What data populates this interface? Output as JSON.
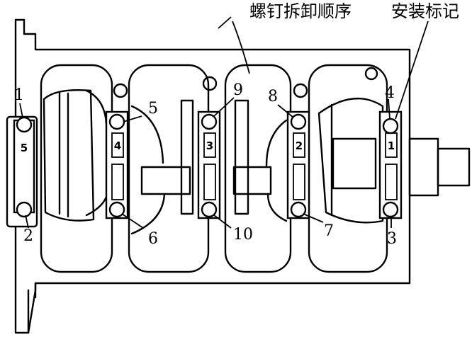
{
  "annotations": {
    "bolt_removal_order_label": "螺钉拆卸顺序",
    "install_mark_label": "安装标记"
  },
  "bolt_numbers": [
    "1",
    "2",
    "3",
    "4",
    "5",
    "6",
    "7",
    "8",
    "9",
    "10"
  ],
  "bolt_labels": {
    "b1": "1",
    "b2": "2",
    "b3": "3",
    "b4": "4",
    "b5": "5",
    "b6": "6",
    "b7": "7",
    "b8": "8",
    "b9": "9",
    "b10": "10"
  },
  "cap_marks": {
    "cap_front": "1",
    "cap_2": "2",
    "cap_3": "3",
    "cap_4": "4",
    "cap_rear": "5"
  }
}
